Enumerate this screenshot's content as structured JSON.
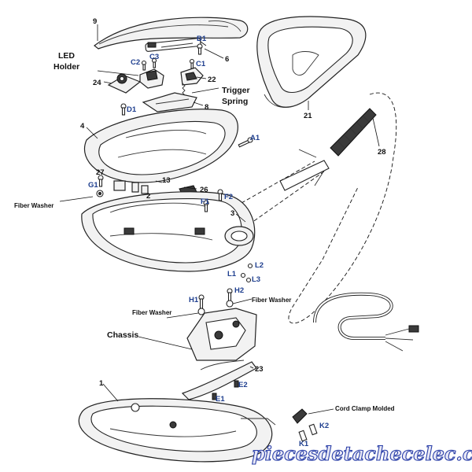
{
  "labels": {
    "p9": "9",
    "b1": "B1",
    "p6": "6",
    "led_holder_line1": "LED",
    "led_holder_line2": "Holder",
    "c2": "C2",
    "c3": "C3",
    "c1": "C1",
    "p22": "22",
    "p24": "24",
    "trigger_spring_line1": "Trigger",
    "trigger_spring_line2": "Spring",
    "p8": "8",
    "d1": "D1",
    "p21": "21",
    "p4": "4",
    "a1": "A1",
    "p28": "28",
    "p27": "27",
    "g1": "G1",
    "p13": "13",
    "p2": "2",
    "p26": "26",
    "fiber_washer_left": "Fiber Washer",
    "f1": "F1",
    "f2": "F2",
    "p3": "3",
    "l2": "L2",
    "l1": "L1",
    "l3": "L3",
    "h1": "H1",
    "h2": "H2",
    "fiber_washer_mid": "Fiber Washer",
    "fiber_washer_right": "Fiber Washer",
    "chassis": "Chassis",
    "p23": "23",
    "p1": "1",
    "e2": "E2",
    "e1": "E1",
    "cord_clamp": "Cord Clamp Molded",
    "k2": "K2",
    "k1": "K1"
  },
  "watermark": "piecesdetachecelec.com",
  "colors": {
    "code_label": "#1f3f8f",
    "outline": "#222222",
    "watermark_stroke": "#2a3fa8"
  }
}
